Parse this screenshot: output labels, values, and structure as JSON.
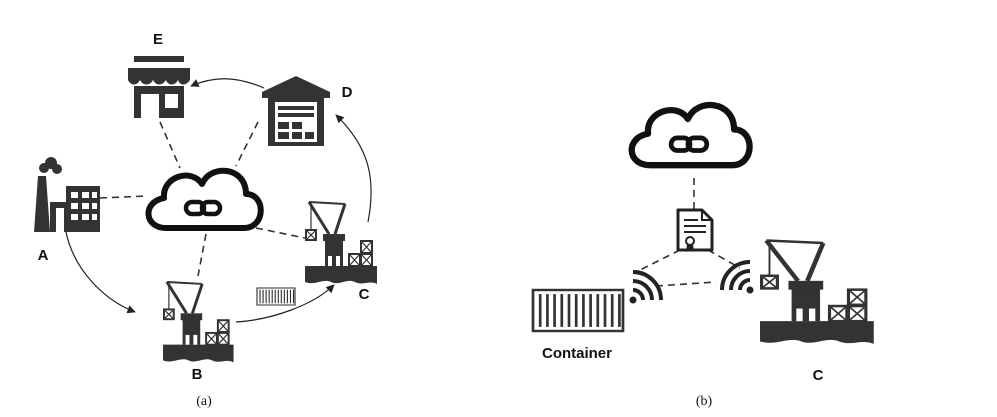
{
  "panel_a": {
    "caption": "(a)",
    "nodes": {
      "A": "A",
      "B": "B",
      "C": "C",
      "D": "D",
      "E": "E"
    }
  },
  "panel_b": {
    "caption": "(b)",
    "container_label": "Container",
    "port_label": "C"
  },
  "colors": {
    "ink": "#222222",
    "dark": "#333333",
    "mid": "#555555"
  },
  "icons": {
    "cloud": "cloud-chain-icon",
    "factory": "factory-icon",
    "warehouse": "warehouse-icon",
    "store": "store-icon",
    "port": "port-crane-icon",
    "container": "shipping-container-icon",
    "certificate": "certificate-icon",
    "wireless": "wireless-signal-icon"
  }
}
